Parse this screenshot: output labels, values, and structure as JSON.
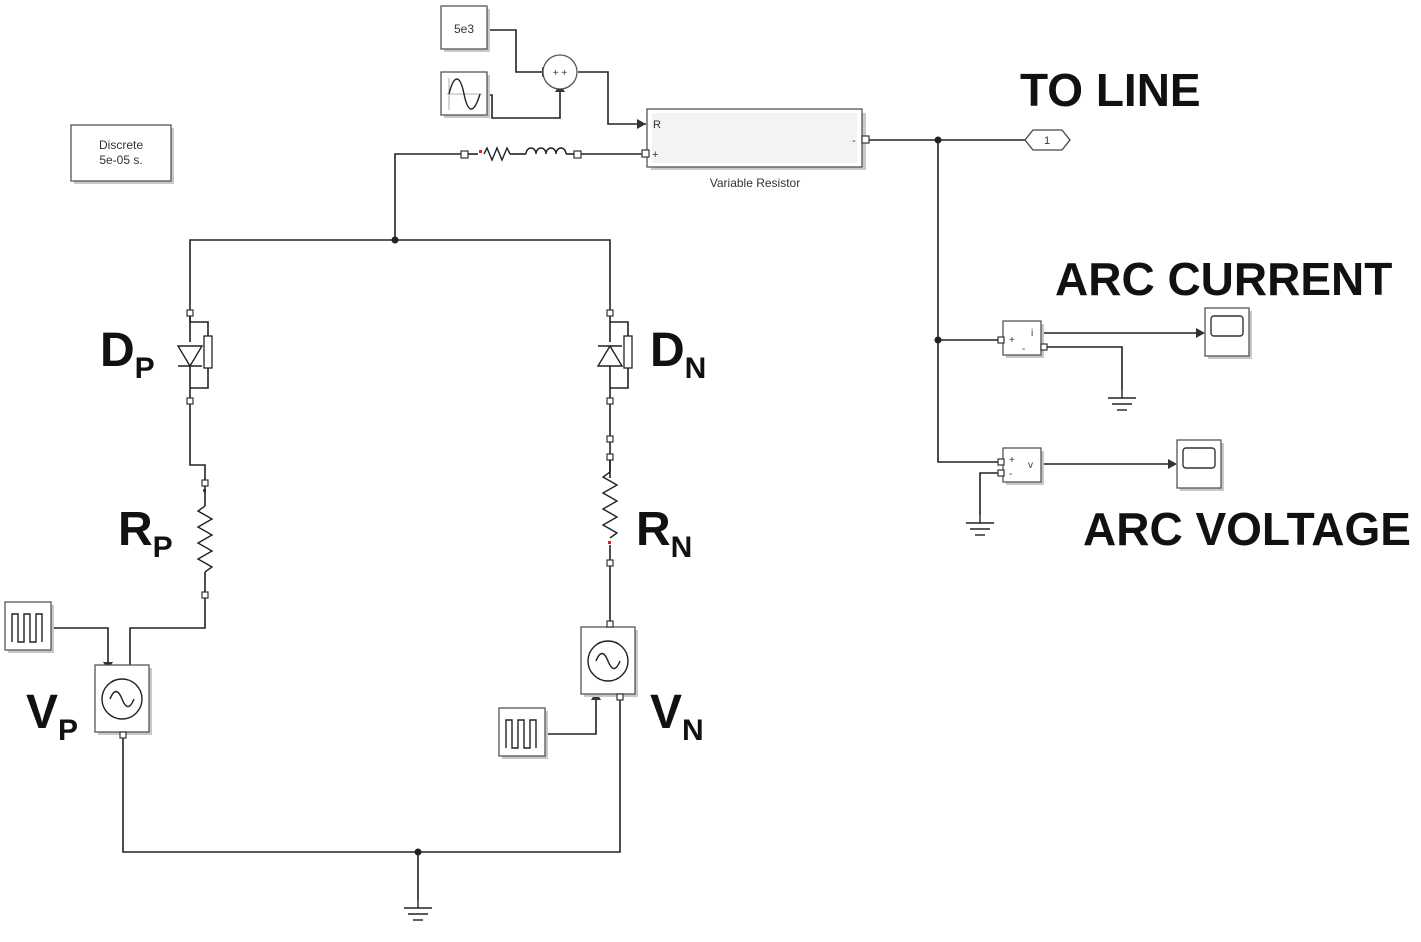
{
  "solver_block": {
    "line1": "Discrete",
    "line2": "5e-05 s."
  },
  "constant_block": {
    "value": "5e3"
  },
  "sum_block": {
    "signs": "+ +"
  },
  "variable_resistor": {
    "label": "Variable Resistor",
    "port_r": "R",
    "port_plus": "+",
    "port_minus": "-"
  },
  "outport": {
    "number": "1"
  },
  "labels": {
    "to_line": "TO LINE",
    "arc_current": "ARC CURRENT",
    "arc_voltage": "ARC VOLTAGE",
    "dp_main": "D",
    "dp_sub": "P",
    "dn_main": "D",
    "dn_sub": "N",
    "rp_main": "R",
    "rp_sub": "P",
    "rn_main": "R",
    "rn_sub": "N",
    "vp_main": "V",
    "vp_sub": "P",
    "vn_main": "V",
    "vn_sub": "N"
  },
  "current_meas": {
    "plus": "+",
    "minus": "-",
    "out": "i"
  },
  "voltage_meas": {
    "plus": "+",
    "minus": "-",
    "out": "v"
  },
  "icons": {
    "constant": "constant-block-icon",
    "sine": "sine-wave-source-icon",
    "sum": "sum-icon",
    "pulse": "pulse-generator-icon",
    "scope": "scope-icon",
    "ground": "ground-icon",
    "diode": "diode-icon",
    "resistor": "resistor-icon",
    "inductor": "inductor-icon",
    "ac_source": "controlled-voltage-source-icon"
  }
}
